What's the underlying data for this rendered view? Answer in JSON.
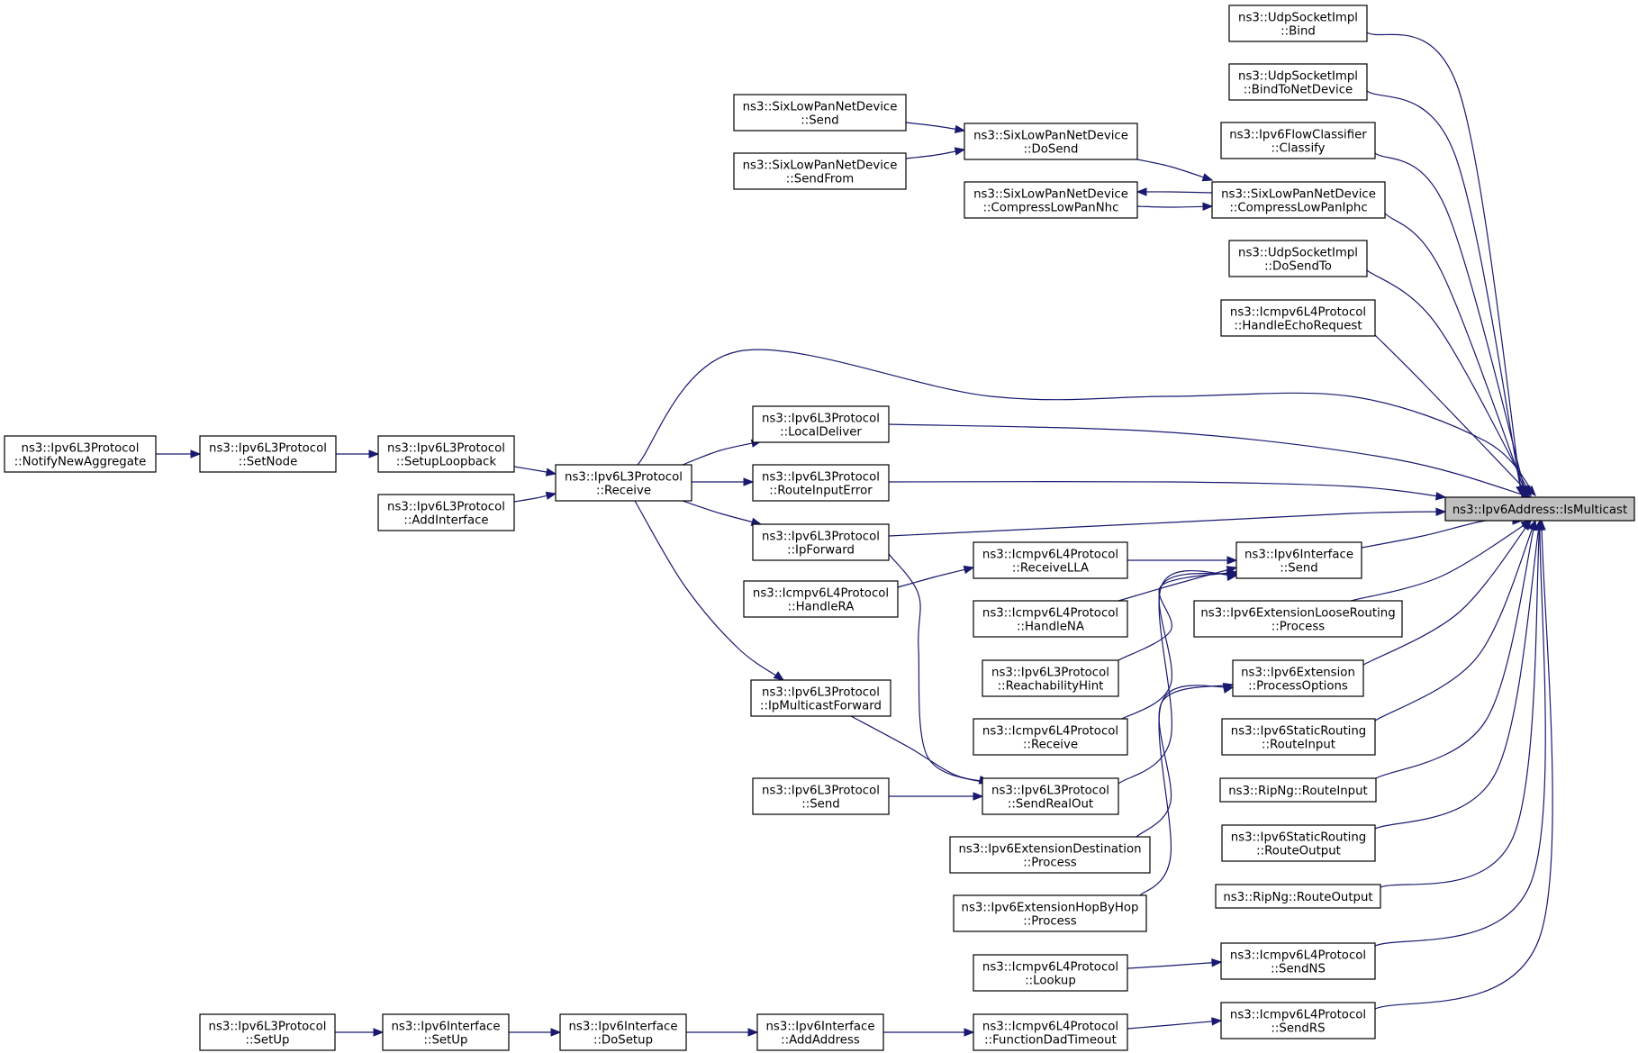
{
  "graph": {
    "kind": "caller graph",
    "focus_node": "isMulticast",
    "edge_color": "#191970",
    "focus_fill": "#bfbfbf",
    "nodes": [
      {
        "id": "isMulticast",
        "lines": [
          "ns3::Ipv6Address::IsMulticast"
        ],
        "focus": true
      },
      {
        "id": "udpBind",
        "lines": [
          "ns3::UdpSocketImpl",
          "::Bind"
        ]
      },
      {
        "id": "udpBindToNetDevice",
        "lines": [
          "ns3::UdpSocketImpl",
          "::BindToNetDevice"
        ]
      },
      {
        "id": "flowClassify",
        "lines": [
          "ns3::Ipv6FlowClassifier",
          "::Classify"
        ]
      },
      {
        "id": "sixCompressIphc",
        "lines": [
          "ns3::SixLowPanNetDevice",
          "::CompressLowPanIphc"
        ]
      },
      {
        "id": "sixCompressNhc",
        "lines": [
          "ns3::SixLowPanNetDevice",
          "::CompressLowPanNhc"
        ]
      },
      {
        "id": "sixDoSend",
        "lines": [
          "ns3::SixLowPanNetDevice",
          "::DoSend"
        ]
      },
      {
        "id": "sixSend",
        "lines": [
          "ns3::SixLowPanNetDevice",
          "::Send"
        ]
      },
      {
        "id": "sixSendFrom",
        "lines": [
          "ns3::SixLowPanNetDevice",
          "::SendFrom"
        ]
      },
      {
        "id": "udpDoSendTo",
        "lines": [
          "ns3::UdpSocketImpl",
          "::DoSendTo"
        ]
      },
      {
        "id": "icmpHandleEcho",
        "lines": [
          "ns3::Icmpv6L4Protocol",
          "::HandleEchoRequest"
        ]
      },
      {
        "id": "l3LocalDeliver",
        "lines": [
          "ns3::Ipv6L3Protocol",
          "::LocalDeliver"
        ]
      },
      {
        "id": "l3RouteInputError",
        "lines": [
          "ns3::Ipv6L3Protocol",
          "::RouteInputError"
        ]
      },
      {
        "id": "l3IpForward",
        "lines": [
          "ns3::Ipv6L3Protocol",
          "::IpForward"
        ]
      },
      {
        "id": "l3Receive",
        "lines": [
          "ns3::Ipv6L3Protocol",
          "::Receive"
        ]
      },
      {
        "id": "l3SetupLoopback",
        "lines": [
          "ns3::Ipv6L3Protocol",
          "::SetupLoopback"
        ]
      },
      {
        "id": "l3AddInterface",
        "lines": [
          "ns3::Ipv6L3Protocol",
          "::AddInterface"
        ]
      },
      {
        "id": "l3SetNode",
        "lines": [
          "ns3::Ipv6L3Protocol",
          "::SetNode"
        ]
      },
      {
        "id": "l3NotifyNewAggregate",
        "lines": [
          "ns3::Ipv6L3Protocol",
          "::NotifyNewAggregate"
        ]
      },
      {
        "id": "ifaceSend",
        "lines": [
          "ns3::Ipv6Interface",
          "::Send"
        ]
      },
      {
        "id": "icmpReceiveLLA",
        "lines": [
          "ns3::Icmpv6L4Protocol",
          "::ReceiveLLA"
        ]
      },
      {
        "id": "icmpHandleRA",
        "lines": [
          "ns3::Icmpv6L4Protocol",
          "::HandleRA"
        ]
      },
      {
        "id": "icmpHandleNA",
        "lines": [
          "ns3::Icmpv6L4Protocol",
          "::HandleNA"
        ]
      },
      {
        "id": "l3ReachabilityHint",
        "lines": [
          "ns3::Ipv6L3Protocol",
          "::ReachabilityHint"
        ]
      },
      {
        "id": "icmpReceive",
        "lines": [
          "ns3::Icmpv6L4Protocol",
          "::Receive"
        ]
      },
      {
        "id": "l3SendRealOut",
        "lines": [
          "ns3::Ipv6L3Protocol",
          "::SendRealOut"
        ]
      },
      {
        "id": "l3IpMulticastForward",
        "lines": [
          "ns3::Ipv6L3Protocol",
          "::IpMulticastForward"
        ]
      },
      {
        "id": "l3Send",
        "lines": [
          "ns3::Ipv6L3Protocol",
          "::Send"
        ]
      },
      {
        "id": "looseRouting",
        "lines": [
          "ns3::Ipv6ExtensionLooseRouting",
          "::Process"
        ]
      },
      {
        "id": "extProcessOptions",
        "lines": [
          "ns3::Ipv6Extension",
          "::ProcessOptions"
        ]
      },
      {
        "id": "extDestination",
        "lines": [
          "ns3::Ipv6ExtensionDestination",
          "::Process"
        ]
      },
      {
        "id": "extHopByHop",
        "lines": [
          "ns3::Ipv6ExtensionHopByHop",
          "::Process"
        ]
      },
      {
        "id": "staticRouteInput",
        "lines": [
          "ns3::Ipv6StaticRouting",
          "::RouteInput"
        ]
      },
      {
        "id": "ripRouteInput",
        "lines": [
          "ns3::RipNg::RouteInput"
        ]
      },
      {
        "id": "staticRouteOutput",
        "lines": [
          "ns3::Ipv6StaticRouting",
          "::RouteOutput"
        ]
      },
      {
        "id": "ripRouteOutput",
        "lines": [
          "ns3::RipNg::RouteOutput"
        ]
      },
      {
        "id": "icmpSendNS",
        "lines": [
          "ns3::Icmpv6L4Protocol",
          "::SendNS"
        ]
      },
      {
        "id": "icmpLookup",
        "lines": [
          "ns3::Icmpv6L4Protocol",
          "::Lookup"
        ]
      },
      {
        "id": "icmpSendRS",
        "lines": [
          "ns3::Icmpv6L4Protocol",
          "::SendRS"
        ]
      },
      {
        "id": "icmpFunctionDad",
        "lines": [
          "ns3::Icmpv6L4Protocol",
          "::FunctionDadTimeout"
        ]
      },
      {
        "id": "ifaceAddAddress",
        "lines": [
          "ns3::Ipv6Interface",
          "::AddAddress"
        ]
      },
      {
        "id": "ifaceDoSetup",
        "lines": [
          "ns3::Ipv6Interface",
          "::DoSetup"
        ]
      },
      {
        "id": "ifaceSetUp",
        "lines": [
          "ns3::Ipv6Interface",
          "::SetUp"
        ]
      },
      {
        "id": "l3SetUp",
        "lines": [
          "ns3::Ipv6L3Protocol",
          "::SetUp"
        ]
      }
    ],
    "edges": [
      {
        "from": "udpBind",
        "to": "isMulticast"
      },
      {
        "from": "udpBindToNetDevice",
        "to": "isMulticast"
      },
      {
        "from": "flowClassify",
        "to": "isMulticast"
      },
      {
        "from": "sixCompressIphc",
        "to": "isMulticast"
      },
      {
        "from": "udpDoSendTo",
        "to": "isMulticast"
      },
      {
        "from": "icmpHandleEcho",
        "to": "isMulticast"
      },
      {
        "from": "l3Receive",
        "to": "isMulticast"
      },
      {
        "from": "l3LocalDeliver",
        "to": "isMulticast"
      },
      {
        "from": "l3RouteInputError",
        "to": "isMulticast"
      },
      {
        "from": "l3IpForward",
        "to": "isMulticast"
      },
      {
        "from": "ifaceSend",
        "to": "isMulticast"
      },
      {
        "from": "looseRouting",
        "to": "isMulticast"
      },
      {
        "from": "extProcessOptions",
        "to": "isMulticast"
      },
      {
        "from": "staticRouteInput",
        "to": "isMulticast"
      },
      {
        "from": "ripRouteInput",
        "to": "isMulticast"
      },
      {
        "from": "staticRouteOutput",
        "to": "isMulticast"
      },
      {
        "from": "ripRouteOutput",
        "to": "isMulticast"
      },
      {
        "from": "icmpSendNS",
        "to": "isMulticast"
      },
      {
        "from": "icmpSendRS",
        "to": "isMulticast"
      },
      {
        "from": "sixDoSend",
        "to": "sixCompressIphc"
      },
      {
        "from": "sixCompressNhc",
        "to": "sixCompressIphc"
      },
      {
        "from": "sixCompressIphc",
        "to": "sixCompressNhc"
      },
      {
        "from": "sixSend",
        "to": "sixDoSend"
      },
      {
        "from": "sixSendFrom",
        "to": "sixDoSend"
      },
      {
        "from": "l3Receive",
        "to": "l3LocalDeliver"
      },
      {
        "from": "l3Receive",
        "to": "l3RouteInputError"
      },
      {
        "from": "l3Receive",
        "to": "l3IpForward"
      },
      {
        "from": "l3Receive",
        "to": "l3IpMulticastForward"
      },
      {
        "from": "l3SetupLoopback",
        "to": "l3Receive"
      },
      {
        "from": "l3AddInterface",
        "to": "l3Receive"
      },
      {
        "from": "l3SetNode",
        "to": "l3SetupLoopback"
      },
      {
        "from": "l3NotifyNewAggregate",
        "to": "l3SetNode"
      },
      {
        "from": "icmpReceiveLLA",
        "to": "ifaceSend"
      },
      {
        "from": "icmpHandleNA",
        "to": "ifaceSend"
      },
      {
        "from": "l3ReachabilityHint",
        "to": "ifaceSend"
      },
      {
        "from": "icmpReceive",
        "to": "ifaceSend"
      },
      {
        "from": "l3SendRealOut",
        "to": "ifaceSend"
      },
      {
        "from": "icmpHandleRA",
        "to": "icmpReceiveLLA"
      },
      {
        "from": "l3IpForward",
        "to": "l3SendRealOut"
      },
      {
        "from": "l3IpMulticastForward",
        "to": "l3SendRealOut"
      },
      {
        "from": "l3Send",
        "to": "l3SendRealOut"
      },
      {
        "from": "extDestination",
        "to": "extProcessOptions"
      },
      {
        "from": "extHopByHop",
        "to": "extProcessOptions"
      },
      {
        "from": "icmpLookup",
        "to": "icmpSendNS"
      },
      {
        "from": "icmpFunctionDad",
        "to": "icmpSendRS"
      },
      {
        "from": "ifaceAddAddress",
        "to": "icmpFunctionDad"
      },
      {
        "from": "ifaceDoSetup",
        "to": "ifaceAddAddress"
      },
      {
        "from": "ifaceSetUp",
        "to": "ifaceDoSetup"
      },
      {
        "from": "l3SetUp",
        "to": "ifaceSetUp"
      }
    ]
  }
}
